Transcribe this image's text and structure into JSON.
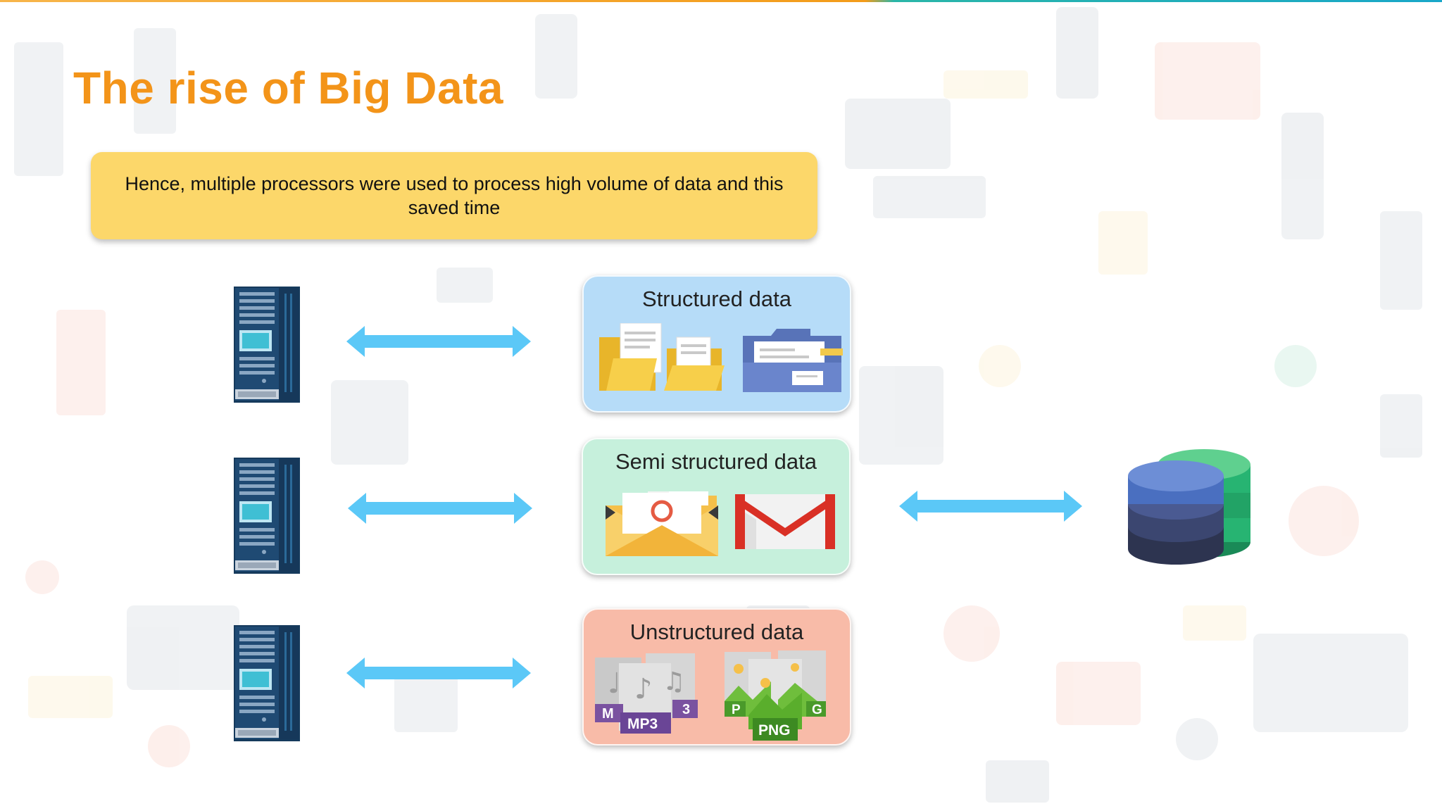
{
  "slide": {
    "title": "The rise of Big Data",
    "note": "Hence, multiple processors were used to process high volume of data and this saved time"
  },
  "cards": {
    "structured": {
      "title": "Structured data"
    },
    "semi": {
      "title": "Semi structured data"
    },
    "unstructured": {
      "title": "Unstructured data",
      "mp3_front": "MP3",
      "mp3_back_left": "M",
      "mp3_back_right": "3",
      "png_front": "PNG",
      "png_back_left": "P",
      "png_back_right": "G"
    }
  },
  "colors": {
    "title": "#f39419",
    "note_bg": "#fcd76a",
    "arrow": "#5bc8f7",
    "structured_bg": "#b6dcf8",
    "semi_bg": "#c6f0dc",
    "unstructured_bg": "#f8bba8",
    "server_body": "#1f4a73",
    "database_front": "#4a6fc0",
    "database_back": "#27b472"
  },
  "icons": {
    "servers": [
      "server-rack-icon",
      "server-rack-icon",
      "server-rack-icon"
    ],
    "structured": [
      "folder-documents-icon",
      "blue-folder-icon"
    ],
    "semi": [
      "email-envelope-icon",
      "gmail-icon"
    ],
    "unstructured": [
      "mp3-file-icon",
      "png-image-icon"
    ],
    "target": "database-icon"
  }
}
